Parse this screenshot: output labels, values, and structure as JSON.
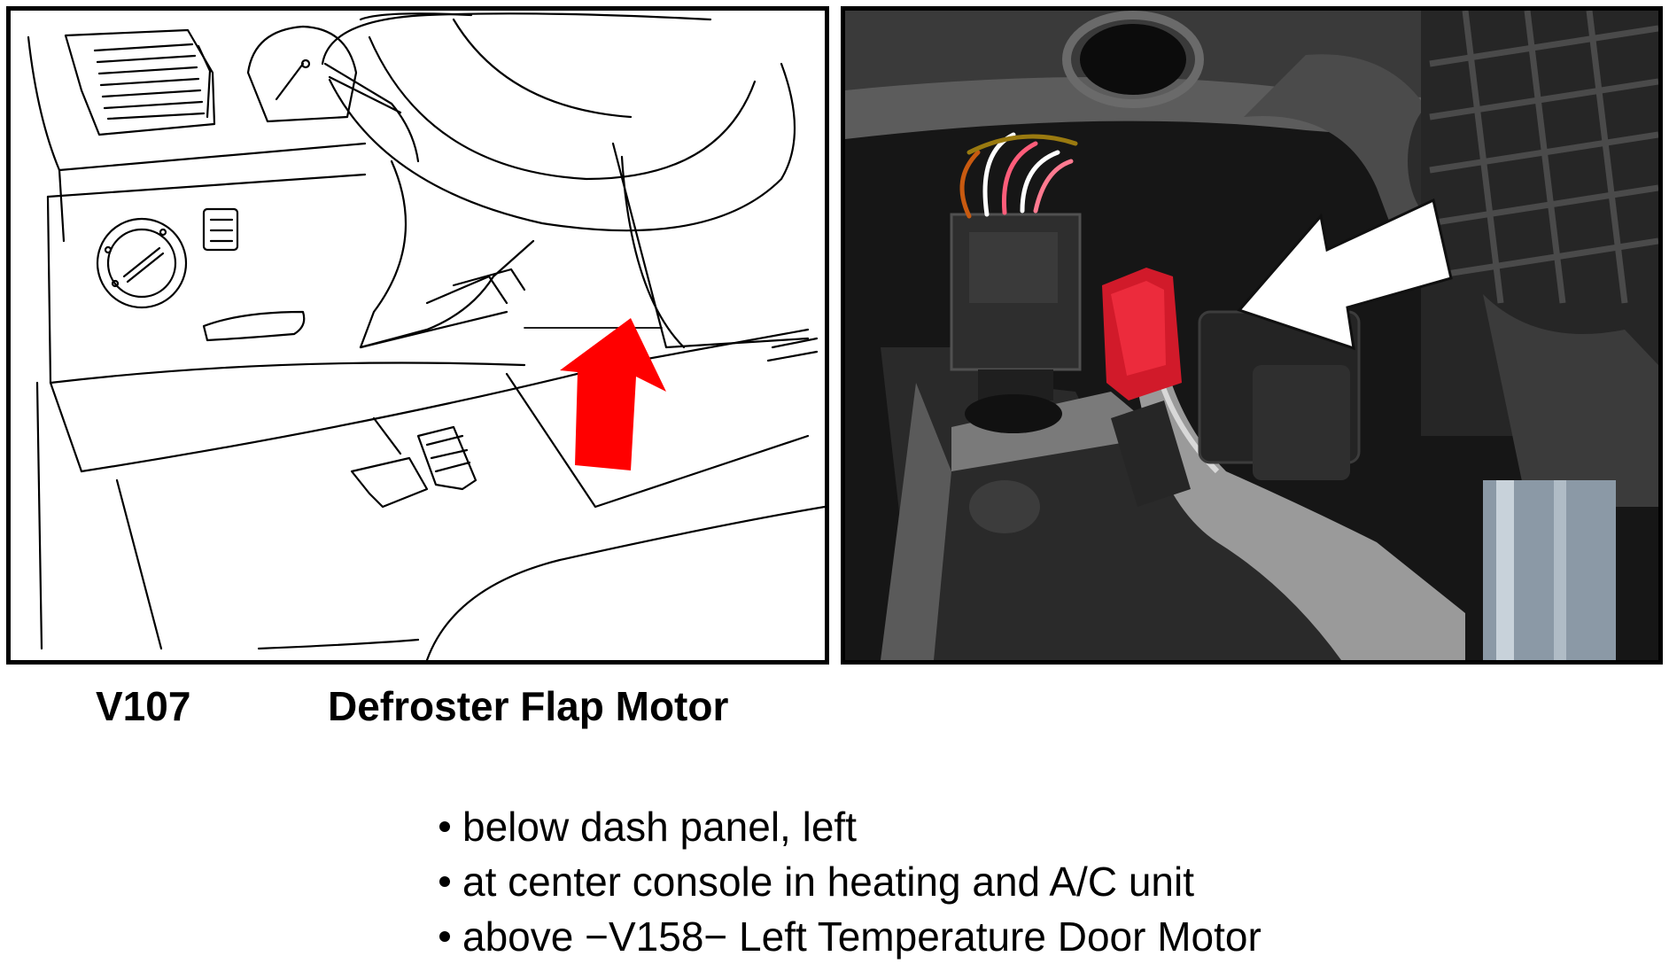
{
  "component": {
    "code": "V107",
    "name": "Defroster Flap Motor"
  },
  "locations": [
    {
      "text": "below dash panel, left"
    },
    {
      "text": "at center console in heating and A/C unit"
    },
    {
      "text": "above −V158− Left Temperature Door Motor"
    }
  ],
  "figures": {
    "drawing": {
      "icon": "dashboard-line-drawing",
      "pointer_color": "#ff0000"
    },
    "photo": {
      "icon": "heater-unit-photo",
      "pointer_color": "#ffffff"
    }
  }
}
